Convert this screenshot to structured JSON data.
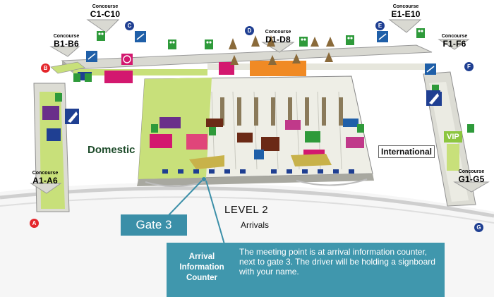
{
  "concourses": {
    "a": {
      "small": "Concourse",
      "name": "A1-A6",
      "badge": "A"
    },
    "b": {
      "small": "Concourse",
      "name": "B1-B6",
      "badge": "B"
    },
    "c": {
      "small": "Concourse",
      "name": "C1-C10",
      "badge": "C"
    },
    "d": {
      "small": "Concourse",
      "name": "D1-D8",
      "badge": "D"
    },
    "e": {
      "small": "Concourse",
      "name": "E1-E10",
      "badge": "E"
    },
    "f": {
      "small": "Concourse",
      "name": "F1-F6",
      "badge": "F"
    },
    "g": {
      "small": "Concourse",
      "name": "G1-G5",
      "badge": "G"
    }
  },
  "zones": {
    "domestic": "Domestic",
    "international": "International",
    "vip": "VIP"
  },
  "level": {
    "title": "LEVEL 2",
    "subtitle": "Arrivals"
  },
  "callouts": {
    "gate": "Gate 3",
    "counter_title": "Arrival Information Counter",
    "counter_text": "The meeting point is at arrival information counter, next to gate 3. The driver will be holding a signboard with your name."
  },
  "colors": {
    "callout_fill": "#4097ad",
    "domestic_floor": "#cfe98a",
    "international_floor": "#f4f4ea",
    "badge_red": "#e4262b",
    "badge_blue": "#1f3f92",
    "restroom_green": "#2e9a3a",
    "service_blue": "#1f5fa8"
  },
  "icons": [
    "restroom-icon",
    "escalator-icon",
    "shop-icon",
    "info-icon",
    "airplane-icon"
  ]
}
